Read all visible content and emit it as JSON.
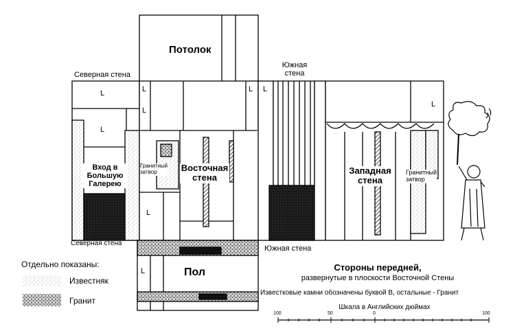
{
  "labels": {
    "north_wall_top": "Северная стена",
    "ceiling": "Потолок",
    "south_wall_top_line1": "Южная",
    "south_wall_top_line2": "стена",
    "entrance_line1": "Вход в",
    "entrance_line2": "Большую",
    "entrance_line3": "Галерею",
    "granite_plug_left_line1": "Гранитный",
    "granite_plug_left_line2": "затвор",
    "east_wall_line1": "Восточная",
    "east_wall_line2": "стена",
    "west_wall_line1": "Западная",
    "west_wall_line2": "стена",
    "granite_plug_right_line1": "Гранитный",
    "granite_plug_right_line2": "затвор",
    "north_wall_bottom": "Северная стена",
    "south_wall_bottom": "Южная стена",
    "floor": "Пол",
    "limestone_marker": "L"
  },
  "legend": {
    "title": "Отдельно показаны:",
    "items": [
      {
        "label": "Известняк",
        "swatch": "limestone"
      },
      {
        "label": "Гранит",
        "swatch": "granite"
      }
    ]
  },
  "caption": {
    "title_line1": "Стороны передней,",
    "title_line2": "развернутые в плоскости Восточной Стены",
    "note": "Известковые камни обозначены буквой В, остальные - Гранит"
  },
  "scale": {
    "title": "Шкала в Английских дюймах",
    "ticks": [
      "100",
      "50",
      "0",
      "100"
    ]
  },
  "colors": {
    "ink": "#000000",
    "paper": "#ffffff",
    "limestone_dot": "#9a9a9a",
    "granite_dot": "#333333"
  }
}
